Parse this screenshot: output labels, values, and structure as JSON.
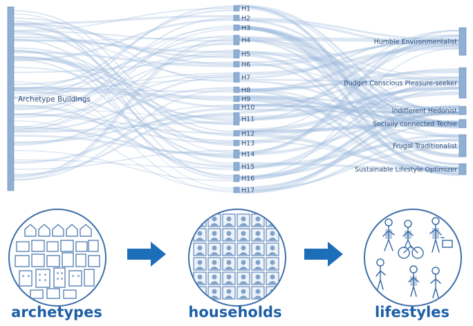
{
  "colors": {
    "node": "#8fb0d3",
    "link": "#9dbbdc",
    "title": "#1d5fa7",
    "outline": "#3c6ea8"
  },
  "sankey": {
    "source": {
      "label": "Archetype Buildings"
    },
    "households": [
      "H1",
      "H2",
      "H3",
      "H4",
      "H5",
      "H6",
      "H7",
      "H8",
      "H9",
      "H10",
      "H11",
      "H12",
      "H13",
      "H14",
      "H15",
      "H16",
      "H17"
    ],
    "lifestyles": [
      "Humble Environmentalist",
      "Budget Conscious Pleasure-seeker",
      "Indifferent Hedonist",
      "Socially connected Techie",
      "Frugal Traditionalist",
      "Sustainable Lifestyle Optimizer"
    ]
  },
  "panels": [
    {
      "title": "archetypes",
      "icon": "buildings-icon"
    },
    {
      "title": "households",
      "icon": "household-portraits-icon"
    },
    {
      "title": "lifestyles",
      "icon": "people-lifestyles-icon"
    }
  ]
}
